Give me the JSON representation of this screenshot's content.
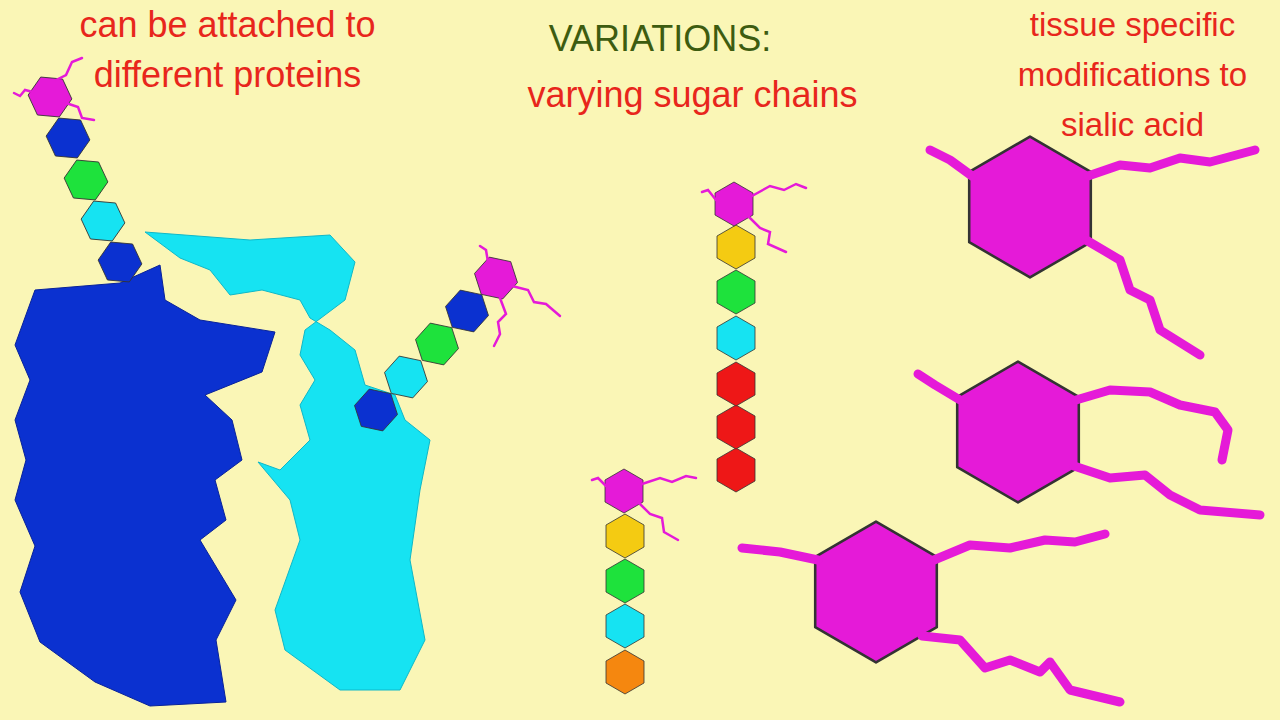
{
  "diagram": {
    "title": "VARIATIONS:",
    "labels": [
      "can be attached to different proteins",
      "varying sugar chains",
      "tissue specific modifications to sialic acid"
    ]
  }
}
